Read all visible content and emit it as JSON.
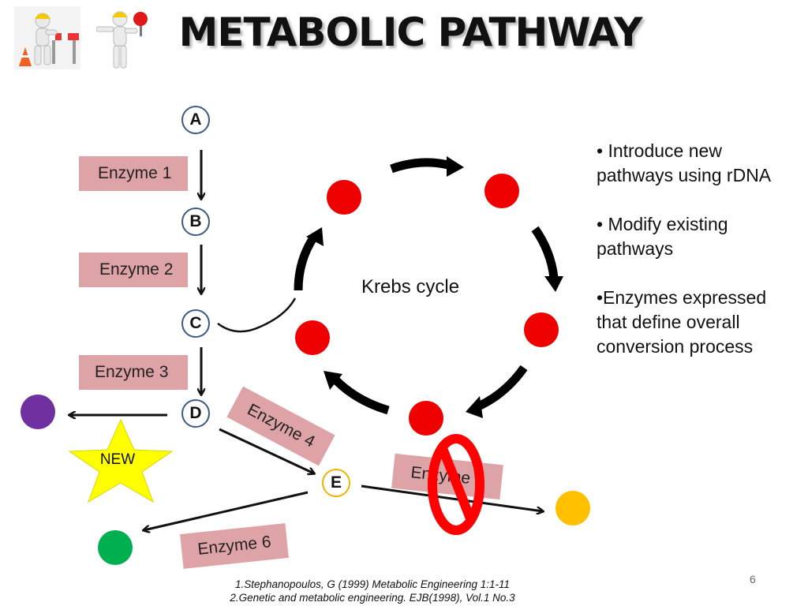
{
  "slide": {
    "title": "METABOLIC PATHWAY",
    "page_number": "6"
  },
  "pathway": {
    "nodes": {
      "a": "A",
      "b": "B",
      "c": "C",
      "d": "D",
      "e": "E"
    },
    "enzymes": {
      "e1": "Enzyme 1",
      "e2": "Enzyme 2",
      "e3": "Enzyme 3",
      "e4": "Enzyme 4",
      "e5": "Enzyme 5",
      "e6": "Enzyme 6"
    },
    "new_label": "NEW",
    "cycle_label": "Krebs cycle"
  },
  "colors": {
    "enzyme_box": "#dea3a6",
    "krebs_dot": "#ee0000",
    "purple_dot": "#7030a0",
    "green_dot": "#00b050",
    "orange_dot": "#ffc000",
    "star": "#ffff00",
    "block_sign": "#ff0000"
  },
  "bullets": [
    "• Introduce new pathways using rDNA",
    "• Modify existing pathways",
    "•Enzymes expressed that define overall conversion process"
  ],
  "references": [
    "1.Stephanopoulos, G (1999) Metabolic Engineering 1:1-11",
    "2.Genetic and metabolic engineering. EJB(1998), Vol.1 No.3"
  ]
}
